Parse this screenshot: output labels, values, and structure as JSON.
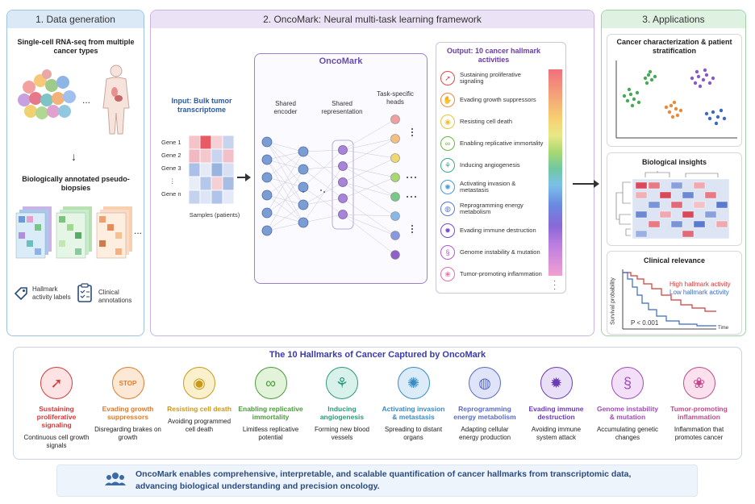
{
  "section1": {
    "title": "1. Data generation",
    "subtitle": "Single-cell RNA-seq from multiple cancer types",
    "ellipsis": "...",
    "pseudo_title": "Biologically annotated pseudo-biopsies",
    "hallmark_label": "Hallmark activity labels",
    "clinical_label": "Clinical annotations"
  },
  "section2": {
    "title": "2. OncoMark: Neural multi-task learning framework",
    "input_title": "Input: Bulk tumor transcriptome",
    "genes": [
      "Gene 1",
      "Gene 2",
      "Gene 3",
      "⋮",
      "Gene n"
    ],
    "samples_label": "Samples (patients)",
    "model_name": "OncoMark",
    "shared_encoder": "Shared encoder",
    "shared_rep": "Shared representation",
    "task_heads": "Task-specific heads",
    "output_title": "Output: 10 cancer hallmark activities",
    "outputs": [
      {
        "label": "Sustaining proliferative signaling",
        "icon": "arrow-icon",
        "color": "#e24a4a"
      },
      {
        "label": "Evading growth suppressors",
        "icon": "stop-icon",
        "color": "#f08a3a"
      },
      {
        "label": "Resisting cell death",
        "icon": "cell-icon",
        "color": "#e8c43a"
      },
      {
        "label": "Enabling replicative immortality",
        "icon": "infinity-icon",
        "color": "#6ab44a"
      },
      {
        "label": "Inducing angiogenesis",
        "icon": "vessel-icon",
        "color": "#3aa88a"
      },
      {
        "label": "Activating invasion & metastasis",
        "icon": "spread-icon",
        "color": "#4a9ad4"
      },
      {
        "label": "Reprogramming energy metabolism",
        "icon": "mitochondria-icon",
        "color": "#5a78d0"
      },
      {
        "label": "Evading immune destruction",
        "icon": "virus-icon",
        "color": "#7a4ac8"
      },
      {
        "label": "Genome instability & mutation",
        "icon": "dna-icon",
        "color": "#b05ad0"
      },
      {
        "label": "Tumor-promoting inflammation",
        "icon": "inflammation-icon",
        "color": "#e070b0"
      }
    ]
  },
  "section3": {
    "title": "3. Applications",
    "card1_title": "Cancer characterization & patient stratification",
    "card2_title": "Biological insights",
    "card3_title": "Clinical relevance",
    "km_y": "Survival probability",
    "km_high": "High hallmark activity",
    "km_low": "Low hallmark activity",
    "km_p": "P < 0.001",
    "km_x": "Time"
  },
  "hallmarks_band": {
    "title": "The 10 Hallmarks of Cancer Captured by OncoMark",
    "items": [
      {
        "title": "Sustaining proliferative signaling",
        "desc": "Continuous cell growth signals",
        "color": "#d43a3a",
        "bg": "#fde3e3"
      },
      {
        "title": "Evading growth suppressors",
        "desc": "Disregarding brakes on growth",
        "color": "#e07a2a",
        "bg": "#fde8d6"
      },
      {
        "title": "Resisting cell death",
        "desc": "Avoiding programmed cell death",
        "color": "#c99a1a",
        "bg": "#fbf0cc"
      },
      {
        "title": "Enabling replicative immortality",
        "desc": "Limitless replicative potential",
        "color": "#4a9a3a",
        "bg": "#e2f3da"
      },
      {
        "title": "Inducing angiogenesis",
        "desc": "Forming new blood vessels",
        "color": "#2a9a7a",
        "bg": "#d8f1ea"
      },
      {
        "title": "Activating invasion & metastasis",
        "desc": "Spreading to distant organs",
        "color": "#3a8ac4",
        "bg": "#dcebf8"
      },
      {
        "title": "Reprogramming energy metabolism",
        "desc": "Adapting cellular energy production",
        "color": "#5a6ac4",
        "bg": "#e0e4f8"
      },
      {
        "title": "Evading immune destruction",
        "desc": "Avoiding immune system attack",
        "color": "#6a3ab8",
        "bg": "#e9e0f8"
      },
      {
        "title": "Genome instability & mutation",
        "desc": "Accumulating genetic changes",
        "color": "#a04ab8",
        "bg": "#f3e0f8"
      },
      {
        "title": "Tumor-promoting inflammation",
        "desc": "Inflammation that promotes cancer",
        "color": "#c04a8a",
        "bg": "#fbe0ee"
      }
    ]
  },
  "footer": {
    "text": "OncoMark enables comprehensive, interpretable, and scalable quantification of cancer hallmarks from transcriptomic data, advancing biological understanding and precision oncology.",
    "icon": "people-icon"
  }
}
